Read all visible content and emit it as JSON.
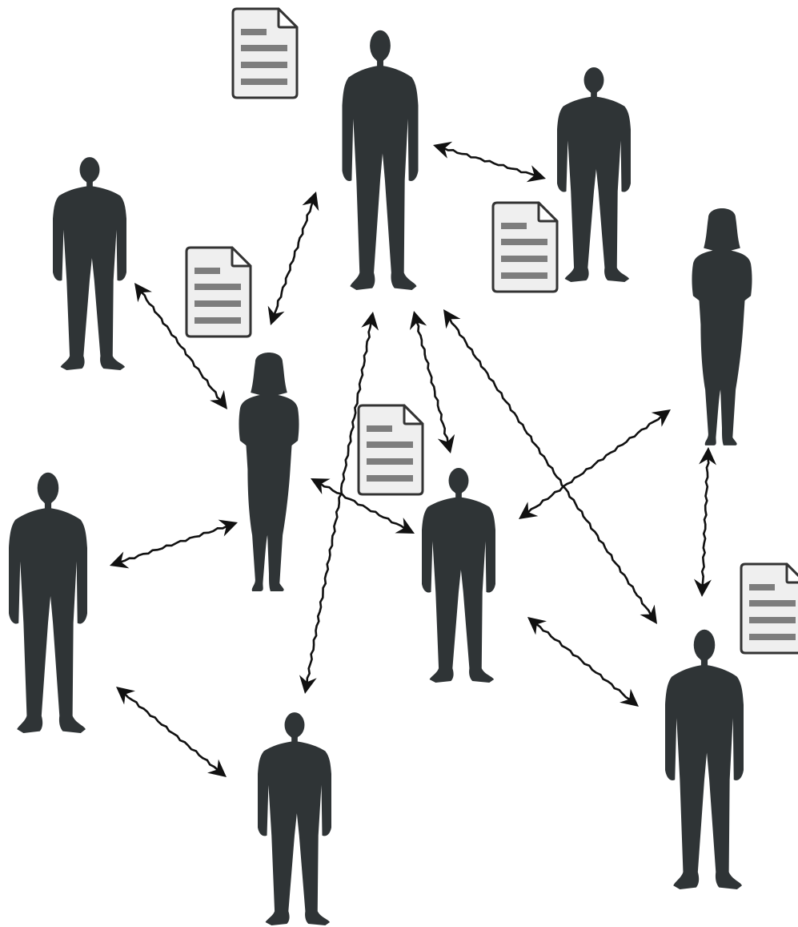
{
  "diagram": {
    "theme": {
      "background": "#ffffff",
      "silhouette_color": "#2f3436",
      "document_fill": "#efefef",
      "document_outline": "#333333",
      "document_line_color": "#7d7d7d",
      "arrow_color": "#111111"
    },
    "people": [
      {
        "id": "person-top-center",
        "figure": "man"
      },
      {
        "id": "person-top-right",
        "figure": "man"
      },
      {
        "id": "person-top-left",
        "figure": "man"
      },
      {
        "id": "person-far-right",
        "figure": "woman"
      },
      {
        "id": "person-center-left",
        "figure": "woman"
      },
      {
        "id": "person-left",
        "figure": "man"
      },
      {
        "id": "person-center",
        "figure": "man"
      },
      {
        "id": "person-bottom-center",
        "figure": "man"
      },
      {
        "id": "person-bottom-right",
        "figure": "man"
      }
    ],
    "documents": [
      {
        "id": "document-1",
        "icon": "document-icon"
      },
      {
        "id": "document-2",
        "icon": "document-icon"
      },
      {
        "id": "document-3",
        "icon": "document-icon"
      },
      {
        "id": "document-4",
        "icon": "document-icon"
      },
      {
        "id": "document-5",
        "icon": "document-icon"
      }
    ],
    "connections": [
      {
        "from": "person-top-center",
        "to": "person-top-right",
        "direction": "bidirectional"
      },
      {
        "from": "person-top-center",
        "to": "person-center-left",
        "direction": "bidirectional"
      },
      {
        "from": "person-top-left",
        "to": "person-center-left",
        "direction": "bidirectional"
      },
      {
        "from": "person-top-center",
        "to": "person-center",
        "direction": "bidirectional"
      },
      {
        "from": "person-top-center",
        "to": "person-bottom-center",
        "direction": "bidirectional"
      },
      {
        "from": "person-top-center",
        "to": "person-bottom-right",
        "direction": "bidirectional"
      },
      {
        "from": "person-center-left",
        "to": "person-center",
        "direction": "bidirectional"
      },
      {
        "from": "person-left",
        "to": "person-center-left",
        "direction": "bidirectional"
      },
      {
        "from": "person-far-right",
        "to": "person-center",
        "direction": "bidirectional"
      },
      {
        "from": "person-far-right",
        "to": "person-bottom-right",
        "direction": "bidirectional"
      },
      {
        "from": "person-center",
        "to": "person-bottom-right",
        "direction": "bidirectional"
      },
      {
        "from": "person-left",
        "to": "person-bottom-center",
        "direction": "bidirectional"
      }
    ]
  }
}
